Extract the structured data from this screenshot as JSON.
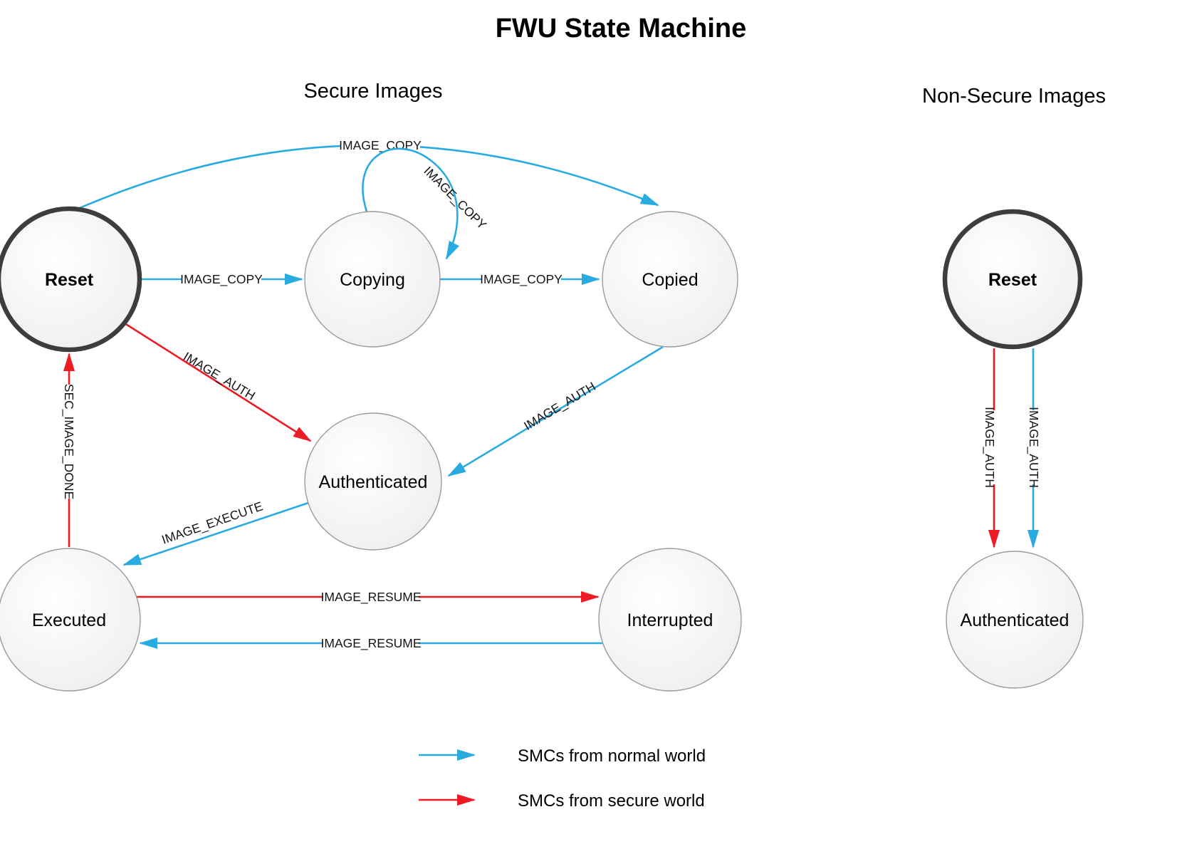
{
  "title": "FWU State Machine",
  "sections": {
    "secure": "Secure Images",
    "non_secure": "Non-Secure Images"
  },
  "colors": {
    "normal_world_blue": "#29abe2",
    "secure_world_red": "#ed1c24",
    "node_stroke": "#9b9b9b",
    "reset_node_stroke": "#3d3d3d"
  },
  "nodes": {
    "reset_secure": {
      "label": "Reset"
    },
    "copying": {
      "label": "Copying"
    },
    "copied": {
      "label": "Copied"
    },
    "authenticated_secure": {
      "label": "Authenticated"
    },
    "executed": {
      "label": "Executed"
    },
    "interrupted": {
      "label": "Interrupted"
    },
    "reset_nonsecure": {
      "label": "Reset"
    },
    "authenticated_nonsecure": {
      "label": "Authenticated"
    }
  },
  "edges": {
    "reset_to_copied": {
      "label": "IMAGE_COPY",
      "world": "normal"
    },
    "copying_self_loop": {
      "label": "IMAGE_COPY",
      "world": "normal"
    },
    "reset_to_copying": {
      "label": "IMAGE_COPY",
      "world": "normal"
    },
    "copying_to_copied": {
      "label": "IMAGE_COPY",
      "world": "normal"
    },
    "reset_to_authenticated": {
      "label": "IMAGE_AUTH",
      "world": "secure"
    },
    "copied_to_authenticated": {
      "label": "IMAGE_AUTH",
      "world": "normal"
    },
    "authenticated_to_executed": {
      "label": "IMAGE_EXECUTE",
      "world": "normal"
    },
    "executed_to_reset": {
      "label": "SEC_IMAGE_DONE",
      "world": "secure"
    },
    "executed_to_interrupted": {
      "label": "IMAGE_RESUME",
      "world": "secure"
    },
    "interrupted_to_executed": {
      "label": "IMAGE_RESUME",
      "world": "normal"
    },
    "ns_reset_to_authenticated_secure": {
      "label": "IMAGE_AUTH",
      "world": "secure"
    },
    "ns_reset_to_authenticated_normal": {
      "label": "IMAGE_AUTH",
      "world": "normal"
    }
  },
  "legend": {
    "normal_world": "SMCs from normal world",
    "secure_world": "SMCs from secure world"
  }
}
